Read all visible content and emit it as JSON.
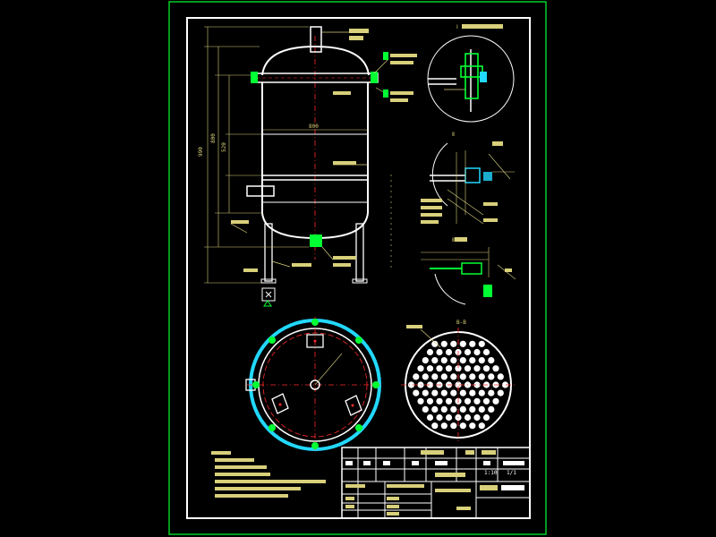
{
  "colors": {
    "background": "#000000",
    "sheet_border": "#00ff33",
    "frame": "#ffffff",
    "dimension": "#d8d07a",
    "centerline": "#ff2a2a",
    "highlight": "#00ff33",
    "cyan": "#22d8ff"
  },
  "elevation": {
    "dim_labels": [
      "990",
      "800",
      "520"
    ],
    "diameter_label": "800"
  },
  "detail_views": {
    "view_top": "Ⅰ",
    "view_mid": "Ⅱ",
    "view_bottom": "Ⅲ"
  },
  "plan_views": {
    "perforated_title": "B-B"
  },
  "title_block": {
    "scale": "1:10",
    "sheet": "1/1"
  }
}
